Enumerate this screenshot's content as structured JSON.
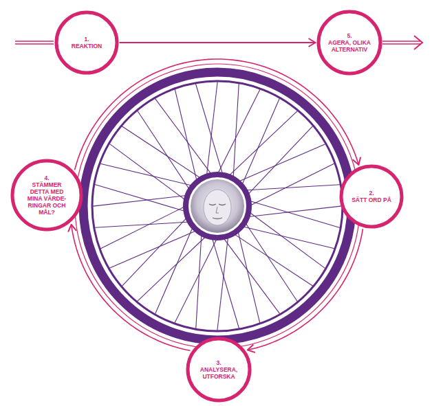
{
  "diagram": {
    "nodes": [
      {
        "text": [
          "1.",
          "REAKTION"
        ]
      },
      {
        "text": [
          "2.",
          "SÄTT ORD PÅ"
        ]
      },
      {
        "text": [
          "3.",
          "ANALYSERA, UTFORSKA"
        ]
      },
      {
        "text": [
          "4.",
          "STÄMMER DETTA MED MINA VÄRDE-RINGAR OCH MÅL?"
        ]
      },
      {
        "text": [
          "5.",
          "AGERA, OLIKA ALTERNATIV"
        ]
      }
    ],
    "edges": [
      {
        "from": 0,
        "to": 4,
        "arrow": "to"
      },
      {
        "from": 1,
        "to": 2,
        "arrow": "to"
      },
      {
        "from": 2,
        "to": 3,
        "arrow": "to"
      },
      {
        "from": 3,
        "to": 1,
        "arrow": "to"
      }
    ]
  }
}
